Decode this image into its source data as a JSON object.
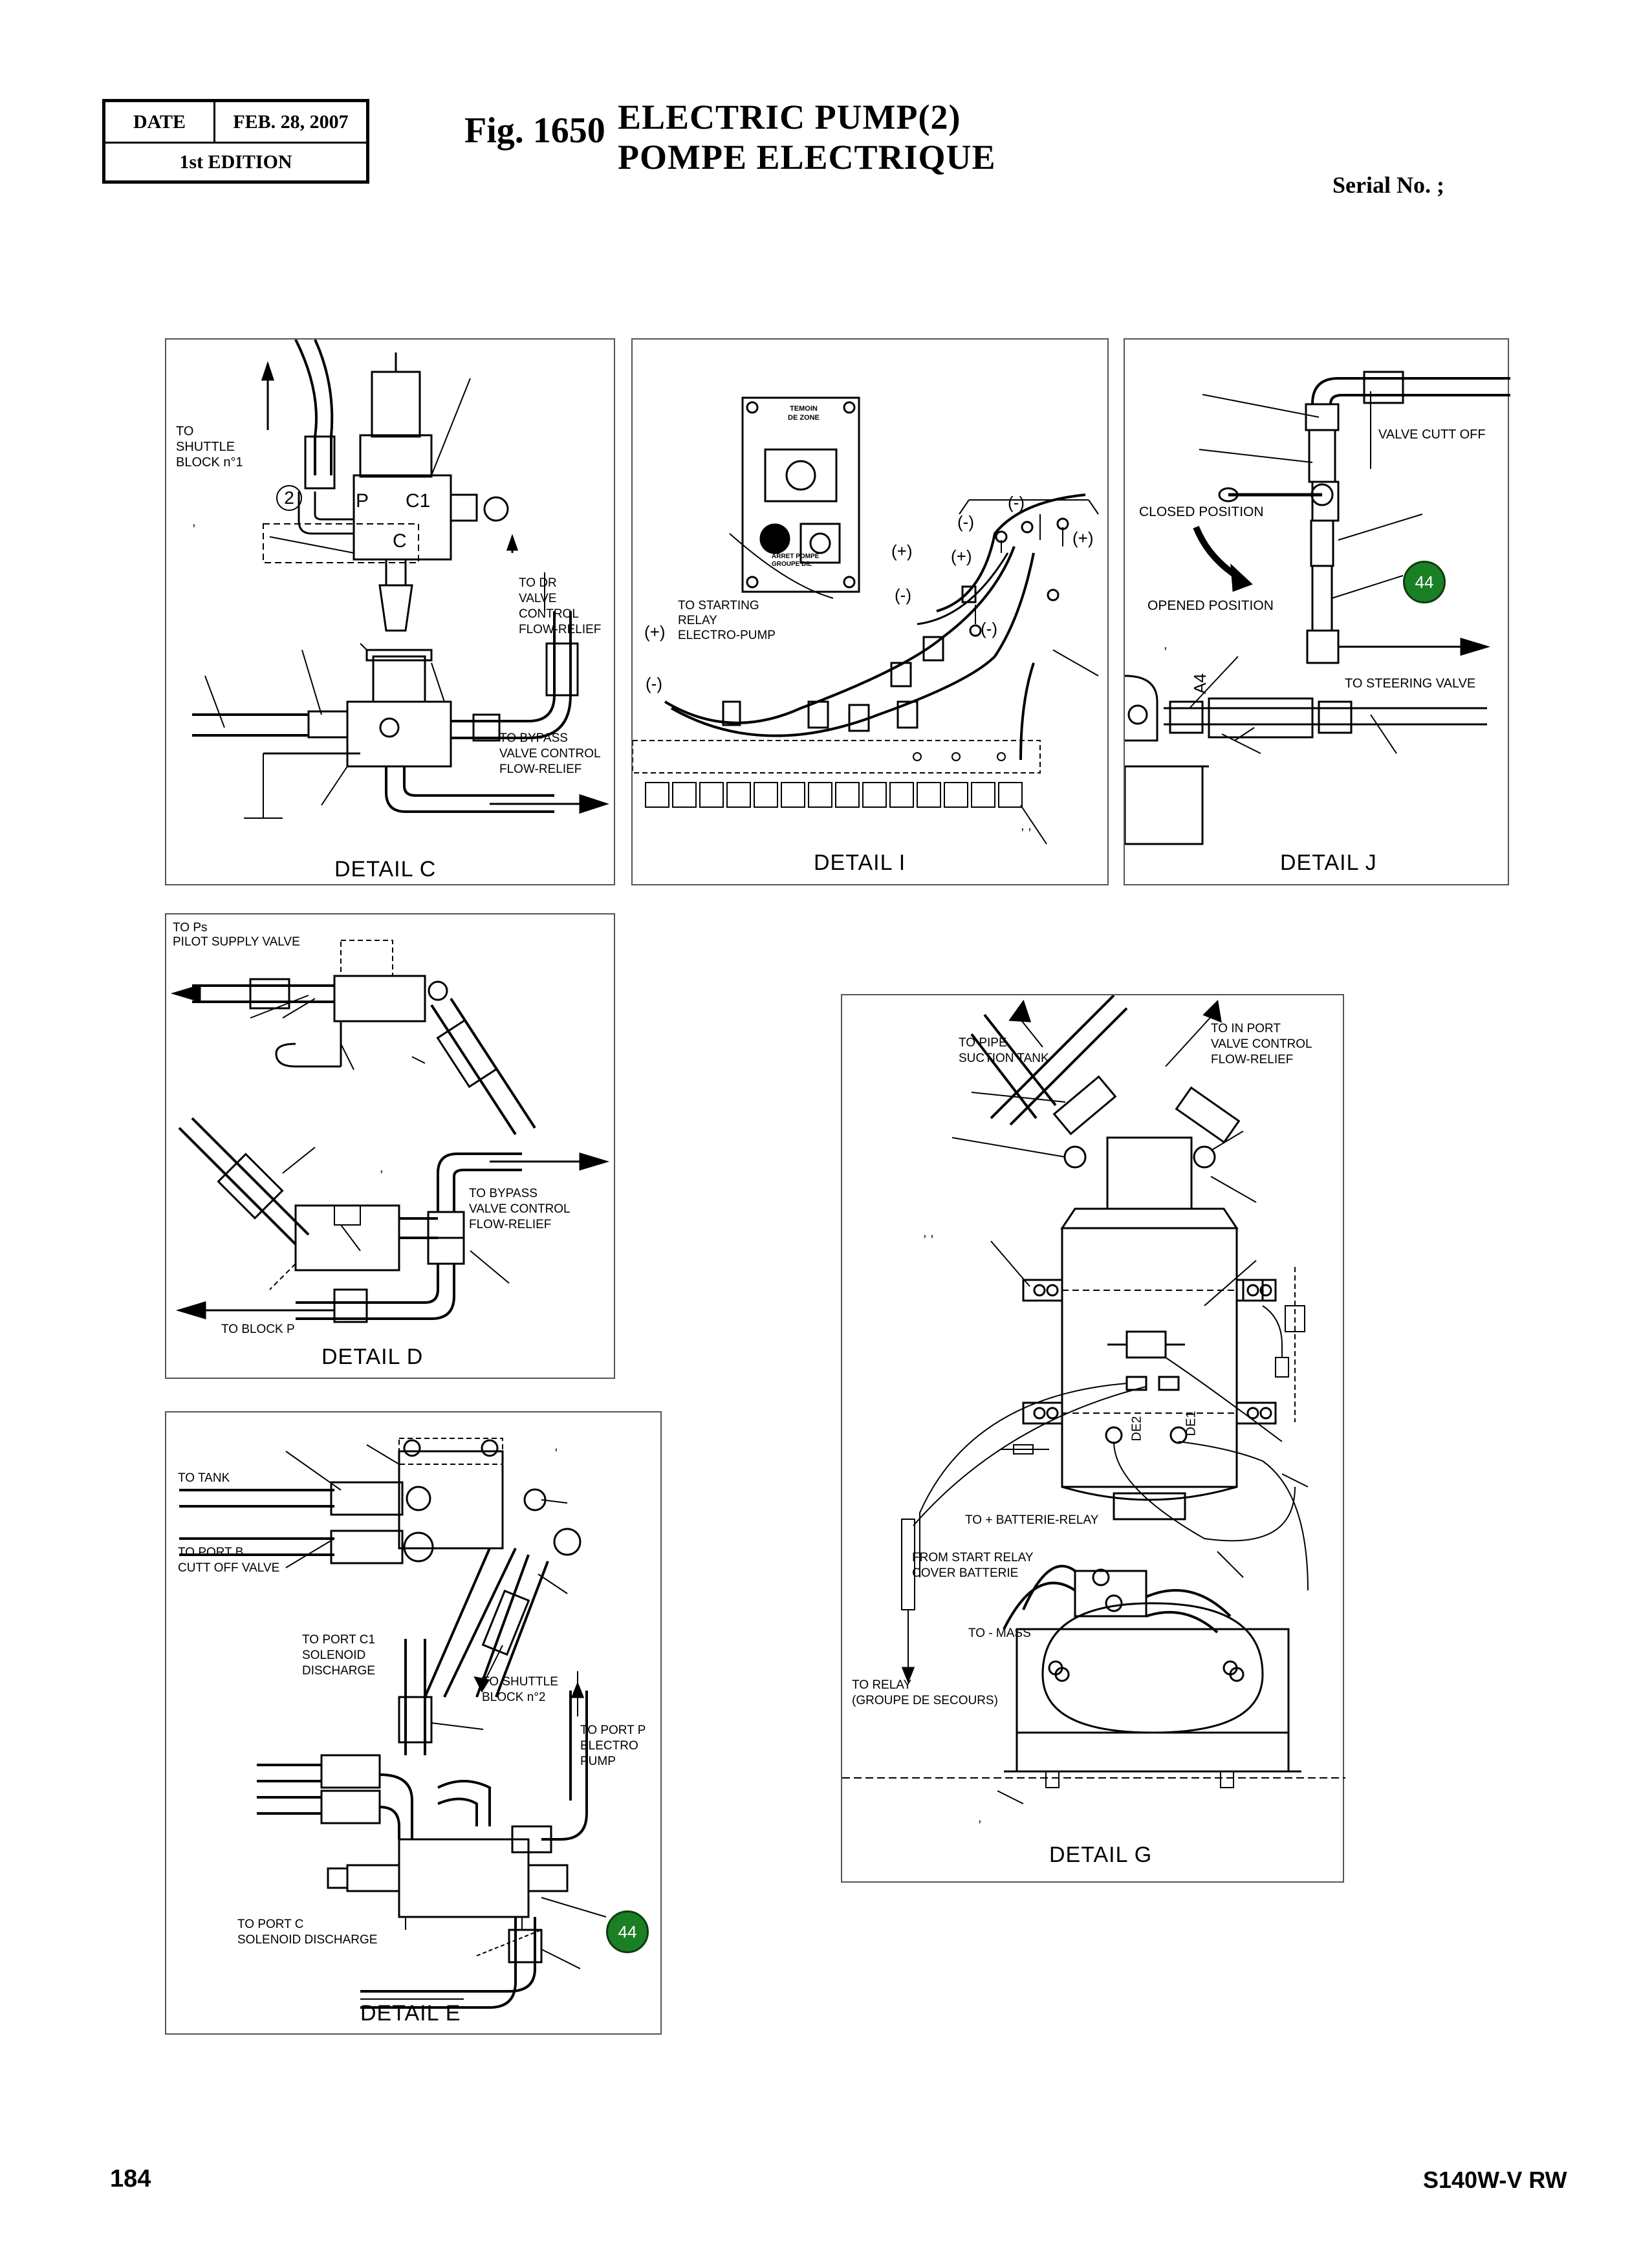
{
  "header": {
    "date_label": "DATE",
    "date_value": "FEB. 28, 2007",
    "edition": "1st EDITION",
    "fig_no": "Fig. 1650",
    "title_en": "ELECTRIC  PUMP(2)",
    "title_fr": "POMPE  ELECTRIQUE",
    "serial": "Serial No. ;"
  },
  "details": {
    "c": {
      "title": "DETAIL  C",
      "to_shuttle": "TO\nSHUTTLE\nBLOCK n°1",
      "callout_2": "2",
      "port_p": "P",
      "port_c1": "C1",
      "port_c": "C",
      "to_dr": "TO DR\nVALVE\nCONTROL\nFLOW-RELIEF",
      "to_bypass": "TO BYPASS\nVALVE CONTROL\nFLOW-RELIEF",
      "comma": ","
    },
    "i": {
      "title": "DETAIL  I",
      "temoin": "TEMOIN\nDE ZONE",
      "arret": "ARRET POMPE\nGROUPE DIL",
      "to_starting": "TO STARTING\nRELAY\nELECTRO-PUMP",
      "plus": "(+)",
      "minus": "(-)",
      "commas": ",     ,"
    },
    "j": {
      "title": "DETAIL  J",
      "valve_cut_off": "VALVE CUTT OFF",
      "closed": "CLOSED POSITION",
      "opened": "OPENED POSITION",
      "to_steering": "TO STEERING VALVE",
      "a4": "A4",
      "badge": "44",
      "comma": ","
    },
    "d": {
      "title": "DETAIL  D",
      "to_ps": "TO Ps\nPILOT SUPPLY VALVE",
      "to_bypass": "TO BYPASS\nVALVE CONTROL\nFLOW-RELIEF",
      "to_block_p": "TO BLOCK P",
      "comma": ","
    },
    "e": {
      "title": "DETAIL  E",
      "to_tank": "TO TANK",
      "to_port_b": "TO PORT B\nCUTT OFF VALVE",
      "to_port_c1": "TO PORT C1\nSOLENOID\nDISCHARGE",
      "to_shuttle2": "TO SHUTTLE\nBLOCK n°2",
      "to_port_p": "TO PORT P\nELECTRO\nPUMP",
      "to_port_c": "TO PORT C\nSOLENOID DISCHARGE",
      "badge": "44",
      "comma": ","
    },
    "g": {
      "title": "DETAIL  G",
      "to_pipe": "TO PIPE\nSUCTION TANK",
      "to_in_port": "TO IN PORT\nVALVE CONTROL\nFLOW-RELIEF",
      "to_batterie": "TO + BATTERIE-RELAY",
      "from_start": "FROM START RELAY\nCOVER BATTERIE",
      "to_mass": "TO - MASS",
      "to_relay": "TO RELAY\n(GROUPE DE SECOURS)",
      "de1": "DE1",
      "de2": "DE2",
      "commas": ",     ,",
      "comma": ","
    }
  },
  "footer": {
    "page": "184",
    "model": "S140W-V RW"
  },
  "colors": {
    "badge": "#1b7f24",
    "line": "#000000"
  }
}
